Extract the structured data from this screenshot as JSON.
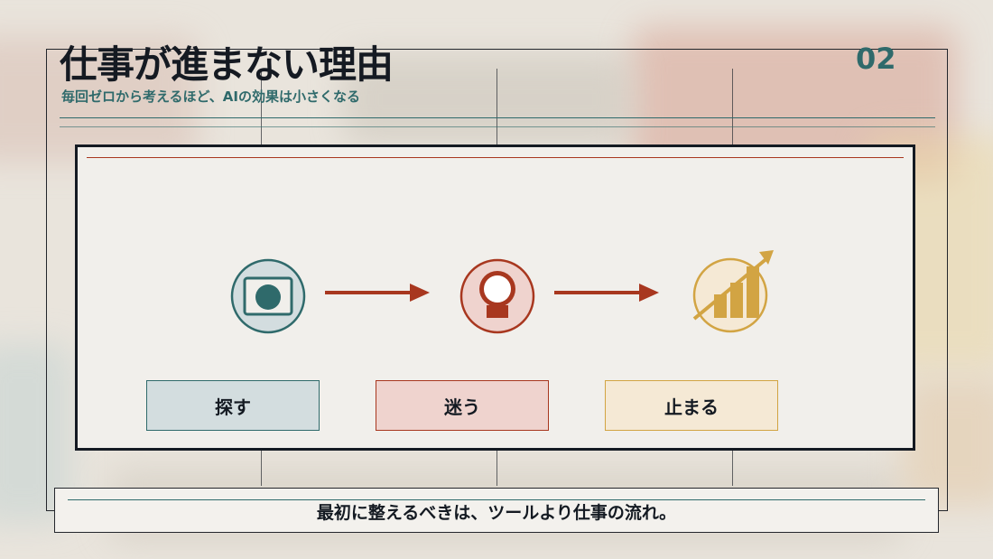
{
  "header": {
    "title": "仕事が進まない理由",
    "subtitle": "毎回ゼロから考えるほど、AIの効果は小さくなる",
    "page_number": "02"
  },
  "flow": {
    "steps": [
      {
        "label": "探す",
        "icon": "search-window-icon",
        "color": "#2f6a6b"
      },
      {
        "label": "迷う",
        "icon": "person-hesitate-icon",
        "color": "#a8371f"
      },
      {
        "label": "止まる",
        "icon": "growth-chart-icon",
        "color": "#d2a443"
      }
    ],
    "arrow_color": "#a8371f"
  },
  "footer": {
    "message": "最初に整えるべきは、ツールより仕事の流れ。"
  },
  "colors": {
    "teal": "#2f6a6b",
    "rust": "#a8371f",
    "gold": "#d2a443",
    "ink": "#141a22"
  }
}
